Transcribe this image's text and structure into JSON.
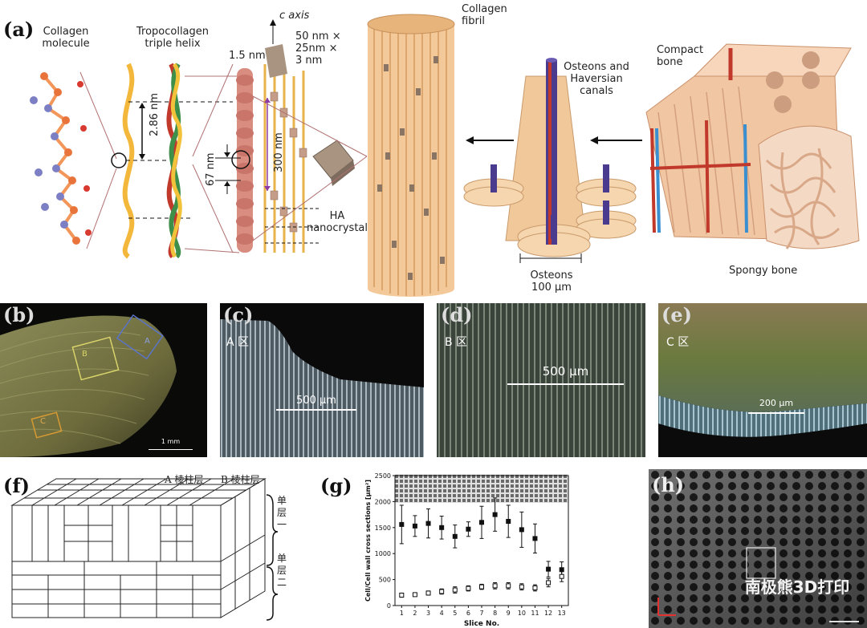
{
  "panel_labels": {
    "a": "(a)",
    "b": "(b)",
    "c": "(c)",
    "d": "(d)",
    "e": "(e)",
    "f": "(f)",
    "g": "(g)",
    "h": "(h)"
  },
  "panel_a": {
    "collagen_molecule": "Collagen\nmolecule",
    "triple_helix": "Tropocollagen\ntriple helix",
    "c_axis": "c axis",
    "crystal_size": "50 nm ×\n25nm ×\n3 nm",
    "diameter": "1.5 nm",
    "pitch": "2.86 nm",
    "gap": "67 nm",
    "period": "300 nm",
    "ha": "HA\nnanocrystal",
    "fibril": "Collagen\nfibril",
    "osteons_canals": "Osteons and\nHaversian\ncanals",
    "compact": "Compact\nbone",
    "osteons": "Osteons\n100 μm",
    "spongy": "Spongy bone"
  },
  "panel_b": {
    "box_a": "A",
    "box_b": "B",
    "box_c": "C",
    "scale": "1 mm"
  },
  "panel_c": {
    "zone": "A 区",
    "scale": "500 μm"
  },
  "panel_d": {
    "zone": "B 区",
    "scale": "500 μm"
  },
  "panel_e": {
    "zone": "C 区",
    "scale": "200 μm"
  },
  "panel_f": {
    "layer_a": "A 棱柱层",
    "layer_b": "B 棱柱层",
    "single1": "单\n层\n一",
    "single2": "单\n层\n二"
  },
  "panel_g": {
    "chart_data": {
      "type": "scatter",
      "title": "",
      "xlabel": "Slice No.",
      "ylabel": "Cell/Cell wall cross sections [μm²]",
      "xlim": [
        0.5,
        13.5
      ],
      "ylim": [
        0,
        2500
      ],
      "xticks": [
        1,
        2,
        3,
        4,
        5,
        6,
        7,
        8,
        9,
        10,
        11,
        12,
        13
      ],
      "yticks": [
        0,
        500,
        1000,
        1500,
        2000,
        2500
      ],
      "series": [
        {
          "marker": "filled",
          "x": [
            1,
            2,
            3,
            4,
            5,
            6,
            7,
            8,
            9,
            10,
            11,
            12,
            13
          ],
          "y": [
            1560,
            1530,
            1580,
            1500,
            1330,
            1470,
            1600,
            1750,
            1620,
            1460,
            1290,
            700,
            690
          ],
          "err": [
            370,
            200,
            280,
            220,
            220,
            140,
            310,
            320,
            310,
            340,
            280,
            150,
            150
          ]
        },
        {
          "marker": "open",
          "x": [
            1,
            2,
            3,
            4,
            5,
            6,
            7,
            8,
            9,
            10,
            11,
            12,
            13
          ],
          "y": [
            200,
            210,
            240,
            270,
            300,
            330,
            360,
            380,
            380,
            360,
            340,
            440,
            560
          ],
          "err": [
            40,
            30,
            40,
            50,
            60,
            50,
            50,
            60,
            60,
            60,
            60,
            80,
            100
          ]
        }
      ]
    }
  },
  "panel_h": {
    "watermark": "南极熊3D打印"
  }
}
